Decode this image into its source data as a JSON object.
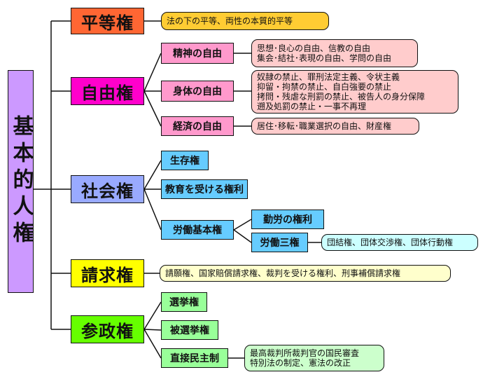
{
  "root": {
    "label": "基本的人権"
  },
  "equality": {
    "label": "平等権",
    "note": "法の下の平等、両性の本質的平等"
  },
  "liberty": {
    "label": "自由権",
    "spiritual": {
      "label": "精神の自由",
      "note": [
        "思想･良心の自由、信教の自由",
        "集会･結社･表現の自由、学問の自由"
      ]
    },
    "physical": {
      "label": "身体の自由",
      "note": [
        "奴隷の禁止、罪刑法定主義、令状主義",
        "抑留・拘禁の禁止、自白強要の禁止",
        "拷問・残虐な刑罰の禁止、被告人の身分保障",
        "遡及処罰の禁止・一事不再理"
      ]
    },
    "economic": {
      "label": "経済の自由",
      "note": [
        "居住･移転･職業選択の自由、財産権"
      ]
    }
  },
  "social": {
    "label": "社会権",
    "life": {
      "label": "生存権"
    },
    "education": {
      "label": "教育を受ける権利"
    },
    "labor": {
      "label": "労働基本権",
      "work": {
        "label": "勤労の権利"
      },
      "three": {
        "label": "労働三権",
        "note": "団結権、団体交渉権、団体行動権"
      }
    }
  },
  "claim": {
    "label": "請求権",
    "note": "請願権、国家賠償請求権、裁判を受ける権利、刑事補償請求権"
  },
  "participation": {
    "label": "参政権",
    "vote": {
      "label": "選挙権"
    },
    "elected": {
      "label": "被選挙権"
    },
    "direct": {
      "label": "直接民主制",
      "note": [
        "最高裁判所裁判官の国民審査",
        "特別法の制定、憲法の改正"
      ]
    }
  },
  "colors": {
    "root": "#cc99ff",
    "equality": "#ff6633",
    "liberty": "#ff00cc",
    "liberty_sub": "#ff99cc",
    "liberty_note": "#ffcccc",
    "social": "#99aaff",
    "social_sub": "#66ccff",
    "social_note": "#ccffff",
    "claim": "#ffff00",
    "claim_note": "#ffffcc",
    "participation": "#66ff00",
    "participation_sub": "#99ff99",
    "participation_note": "#ccffcc",
    "equality_note": "#ffcc33"
  }
}
